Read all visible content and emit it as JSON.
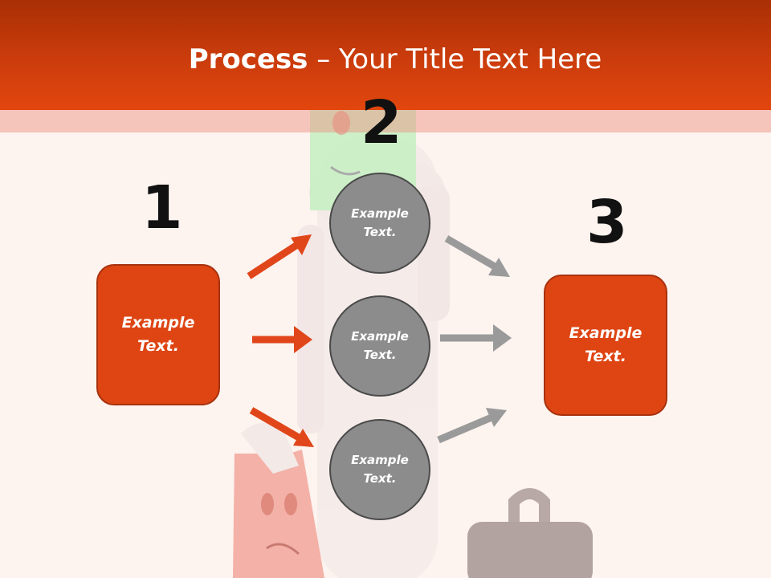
{
  "title": {
    "bold": "Process",
    "rest": " – Your Title Text Here"
  },
  "numbers": [
    "1",
    "2",
    "3"
  ],
  "left_box": {
    "text": "Example Text."
  },
  "right_box": {
    "text": "Example Text."
  },
  "circles": [
    {
      "text": "Example Text."
    },
    {
      "text": "Example Text."
    },
    {
      "text": "Example Text."
    }
  ],
  "colors": {
    "header": "#d9420e",
    "box_fill": "#de4513",
    "circle_fill": "#8c8c8c",
    "arrow_orange": "#e0461a",
    "arrow_gray": "#9a9a9a"
  }
}
